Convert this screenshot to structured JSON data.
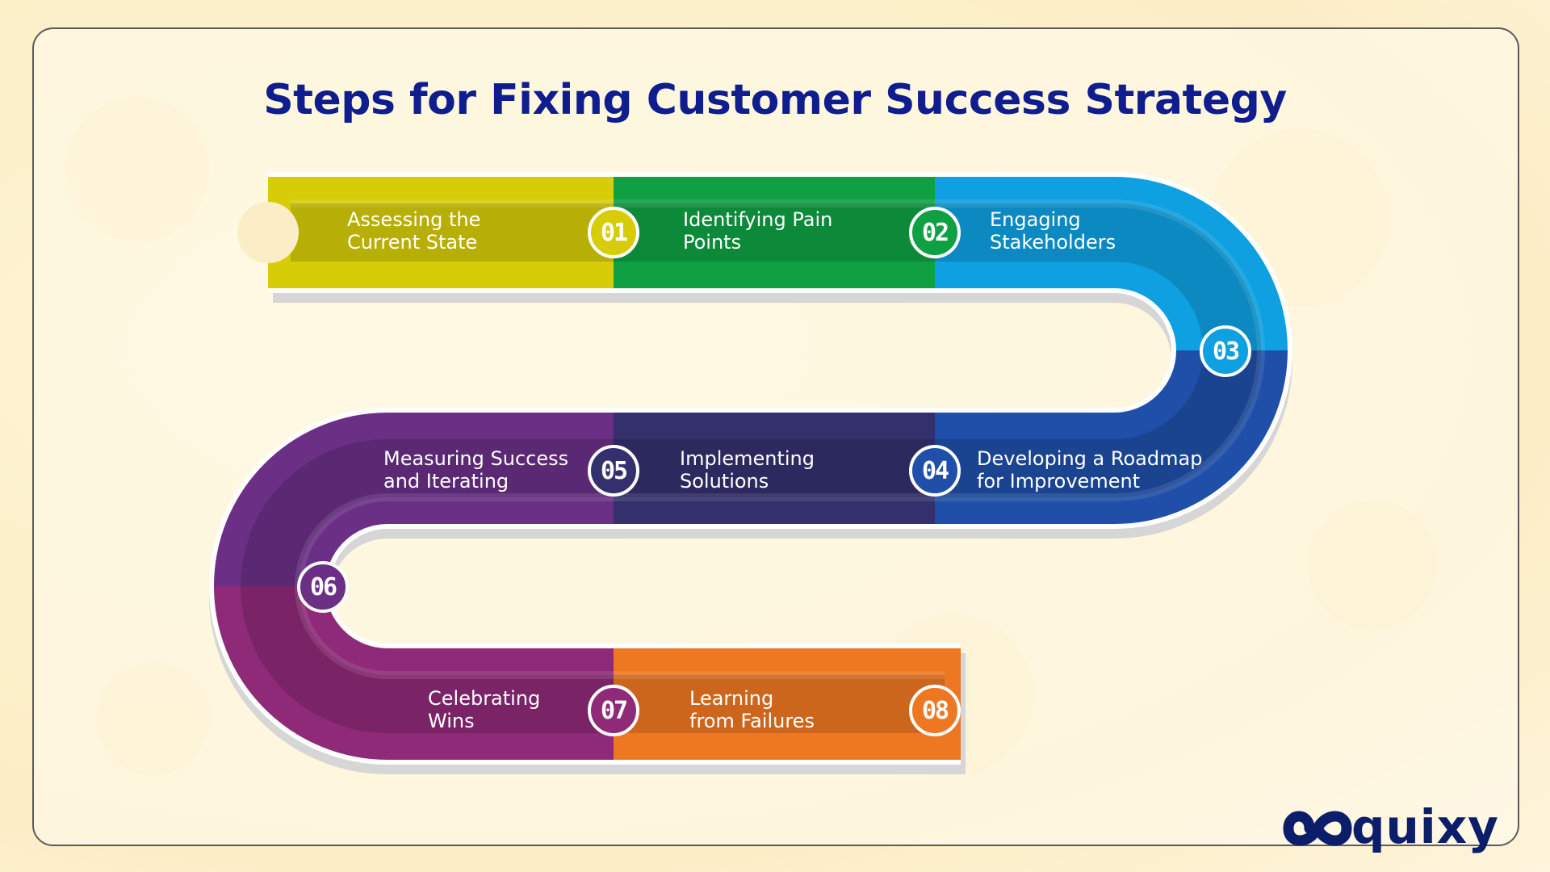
{
  "title": "Steps for Fixing Customer Success Strategy",
  "brand": {
    "name": "quixy",
    "logo_icon": "infinity-knot-icon",
    "color": "#0c1e6a"
  },
  "steps": [
    {
      "number": "01",
      "line1": "Assessing the",
      "line2": "Current State",
      "color": "#d7cc08"
    },
    {
      "number": "02",
      "line1": "Identifying Pain",
      "line2": "Points",
      "color": "#10a044"
    },
    {
      "number": "03",
      "line1": "Engaging",
      "line2": "Stakeholders",
      "color": "#0ea0e0"
    },
    {
      "number": "04",
      "line1": "Developing a Roadmap",
      "line2": "for Improvement",
      "color": "#1f4fa8"
    },
    {
      "number": "05",
      "line1": "Implementing",
      "line2": "Solutions",
      "color": "#34306e"
    },
    {
      "number": "06",
      "line1": "Measuring Success",
      "line2": "and Iterating",
      "color": "#6b2f86"
    },
    {
      "number": "07",
      "line1": "Celebrating",
      "line2": "Wins",
      "color": "#8e2a78"
    },
    {
      "number": "08",
      "line1": "Learning",
      "line2": "from Failures",
      "color": "#ee7722"
    }
  ]
}
